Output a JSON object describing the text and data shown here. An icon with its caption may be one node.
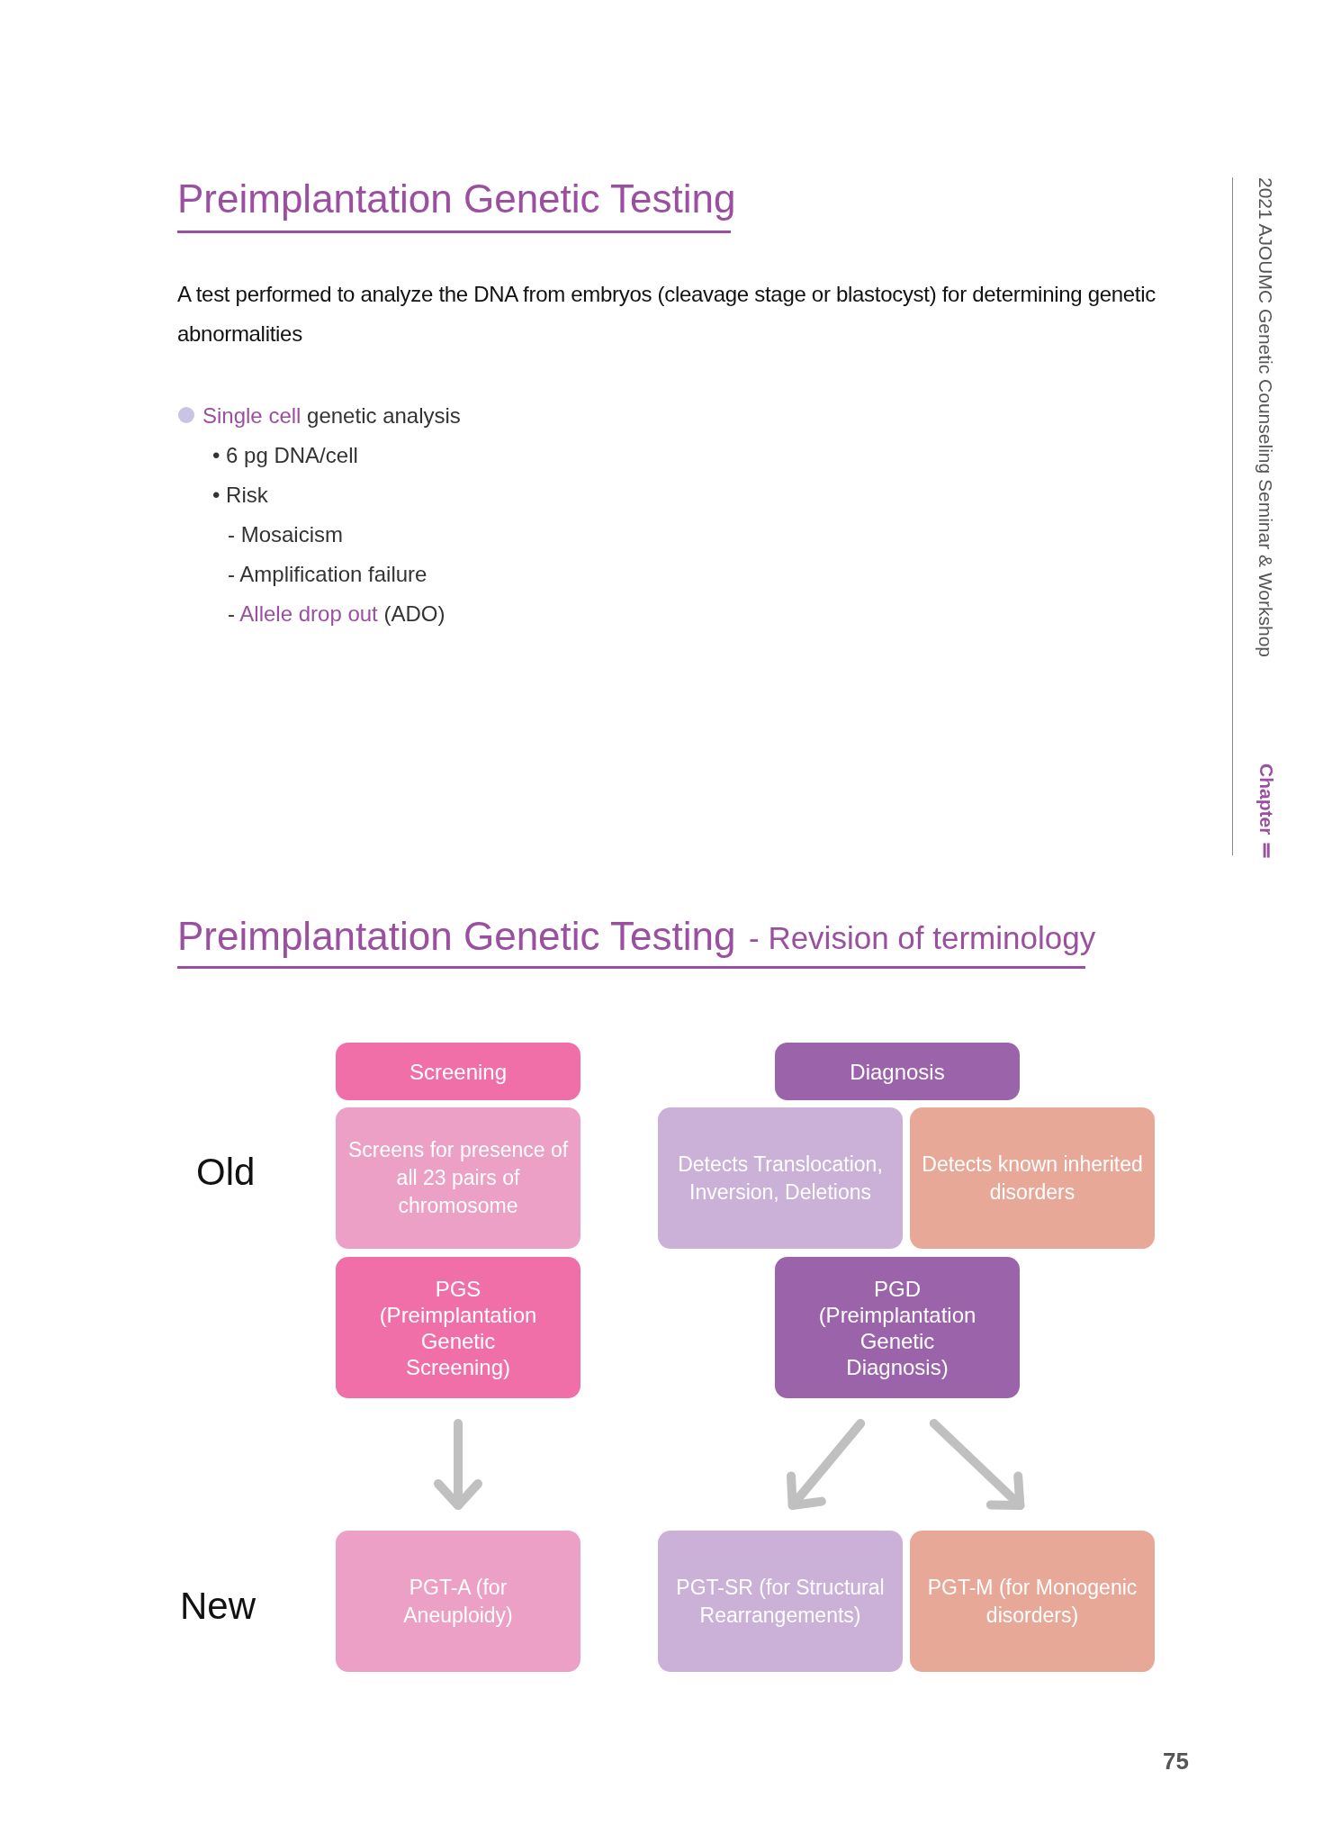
{
  "diagram": {
    "title": "Preimplantation Genetic Testing",
    "nodes": [
      {
        "text": [
          "Screening"
        ]
      },
      {
        "text": [
          "Diagnosis"
        ]
      },
      {
        "text": [
          "Screens for presence of all 23 pairs of chromosome"
        ]
      },
      {
        "text": [
          "Detects Translocation, Inversion, Deletions"
        ]
      },
      {
        "text": [
          "Detects known inherited disorders"
        ]
      },
      {
        "text": [
          "PGS (Preimplantation Genetic Screening)"
        ]
      },
      {
        "text": [
          "PGD (Preimplantation Genetic Diagnosis)"
        ]
      },
      {
        "text": [
          "PGT-A (for Aneuploidy)"
        ]
      },
      {
        "text": [
          "PGT-SR (for Structural Rearrangements)"
        ]
      },
      {
        "text": [
          "PGT-M (for Monogenic disorders)"
        ]
      }
    ],
    "edges": [
      {
        "from": 5,
        "to": 7,
        "arrow": "to"
      },
      {
        "from": 6,
        "to": 8,
        "arrow": "to"
      },
      {
        "from": 6,
        "to": 9,
        "arrow": "to"
      }
    ],
    "labels": [
      "A test performed to analyze the DNA from embryos (cleavage stage or blastocyst) for determining genetic abnormalities",
      "**Single cell** genetic analysis",
      "• 6 pg DNA/cell",
      "• Risk",
      "- Mosaicism",
      "- Amplification failure",
      "- **Allele drop out** (ADO)",
      "Preimplantation Genetic Testing",
      "- Revision of terminology",
      "Old",
      "New",
      "2021 AJOUMC Genetic Counseling Seminar & Workshop",
      "Chapter Ⅱ",
      "75"
    ]
  }
}
